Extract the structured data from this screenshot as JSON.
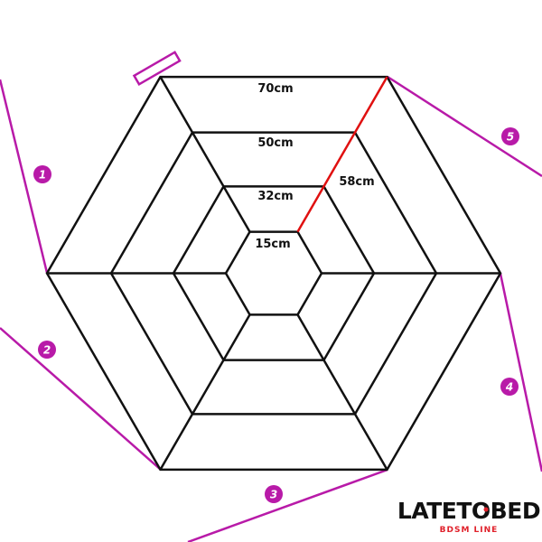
{
  "diagram": {
    "rings": [
      {
        "label": "70cm"
      },
      {
        "label": "50cm"
      },
      {
        "label": "32cm"
      },
      {
        "label": "15cm"
      }
    ],
    "radial_label": "58cm",
    "strap_numbers": [
      "1",
      "2",
      "3",
      "4",
      "5"
    ],
    "colors": {
      "lines": "#111111",
      "accent": "#e01010",
      "straps": "#b81aa8"
    }
  },
  "logo": {
    "name": "LATETOBED",
    "tagline": "BDSM LINE",
    "accent": "#e0202a"
  }
}
